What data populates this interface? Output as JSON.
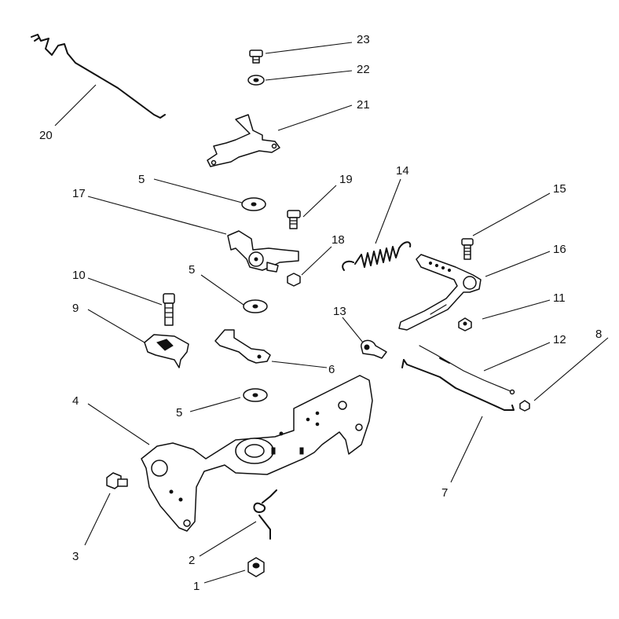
{
  "callouts": [
    {
      "id": "c1",
      "label": "1"
    },
    {
      "id": "c2",
      "label": "2"
    },
    {
      "id": "c3",
      "label": "3"
    },
    {
      "id": "c4",
      "label": "4"
    },
    {
      "id": "c5a",
      "label": "5"
    },
    {
      "id": "c5b",
      "label": "5"
    },
    {
      "id": "c5c",
      "label": "5"
    },
    {
      "id": "c6",
      "label": "6"
    },
    {
      "id": "c7",
      "label": "7"
    },
    {
      "id": "c8",
      "label": "8"
    },
    {
      "id": "c9",
      "label": "9"
    },
    {
      "id": "c10",
      "label": "10"
    },
    {
      "id": "c11",
      "label": "11"
    },
    {
      "id": "c12",
      "label": "12"
    },
    {
      "id": "c13",
      "label": "13"
    },
    {
      "id": "c14",
      "label": "14"
    },
    {
      "id": "c15",
      "label": "15"
    },
    {
      "id": "c16",
      "label": "16"
    },
    {
      "id": "c17",
      "label": "17"
    },
    {
      "id": "c18",
      "label": "18"
    },
    {
      "id": "c19",
      "label": "19"
    },
    {
      "id": "c20",
      "label": "20"
    },
    {
      "id": "c21",
      "label": "21"
    },
    {
      "id": "c22",
      "label": "22"
    },
    {
      "id": "c23",
      "label": "23"
    }
  ]
}
